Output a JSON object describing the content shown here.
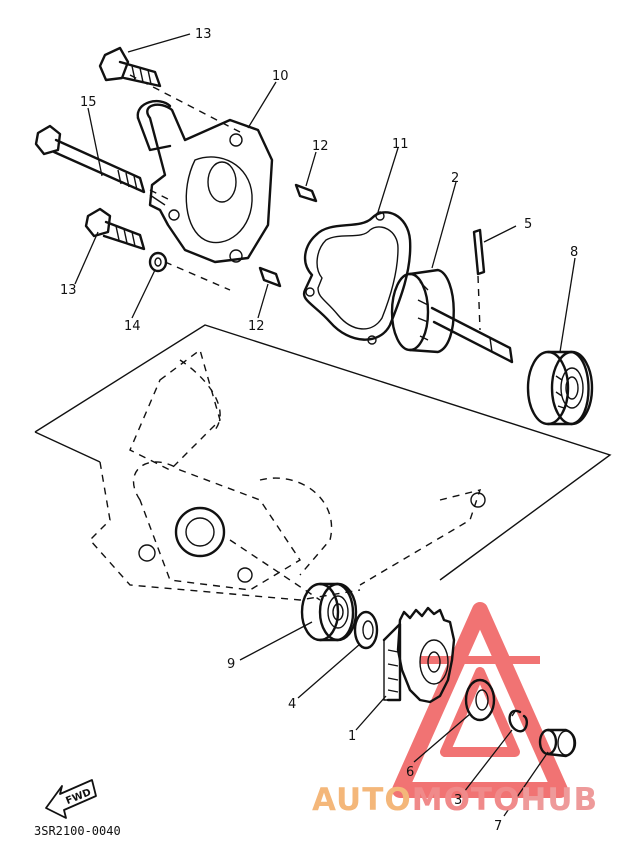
{
  "callouts": [
    {
      "id": "c13a",
      "text": "13"
    },
    {
      "id": "c10",
      "text": "10"
    },
    {
      "id": "c15",
      "text": "15"
    },
    {
      "id": "c12a",
      "text": "12"
    },
    {
      "id": "c11",
      "text": "11"
    },
    {
      "id": "c2",
      "text": "2"
    },
    {
      "id": "c5",
      "text": "5"
    },
    {
      "id": "c8",
      "text": "8"
    },
    {
      "id": "c13b",
      "text": "13"
    },
    {
      "id": "c14",
      "text": "14"
    },
    {
      "id": "c12b",
      "text": "12"
    },
    {
      "id": "c9",
      "text": "9"
    },
    {
      "id": "c4",
      "text": "4"
    },
    {
      "id": "c1",
      "text": "1"
    },
    {
      "id": "c6",
      "text": "6"
    },
    {
      "id": "c3",
      "text": "3"
    },
    {
      "id": "c7",
      "text": "7"
    }
  ],
  "fwd_label": "FWD",
  "diagram_code": "3SR2100-0040",
  "watermark": {
    "text_parts": [
      "AUTO",
      "MOTO",
      "HUB"
    ],
    "colors": {
      "auto": "#f4b77a",
      "moto": "#f08a8a",
      "hub": "#ee9a9a",
      "triangle": "#ef5b5b"
    }
  }
}
